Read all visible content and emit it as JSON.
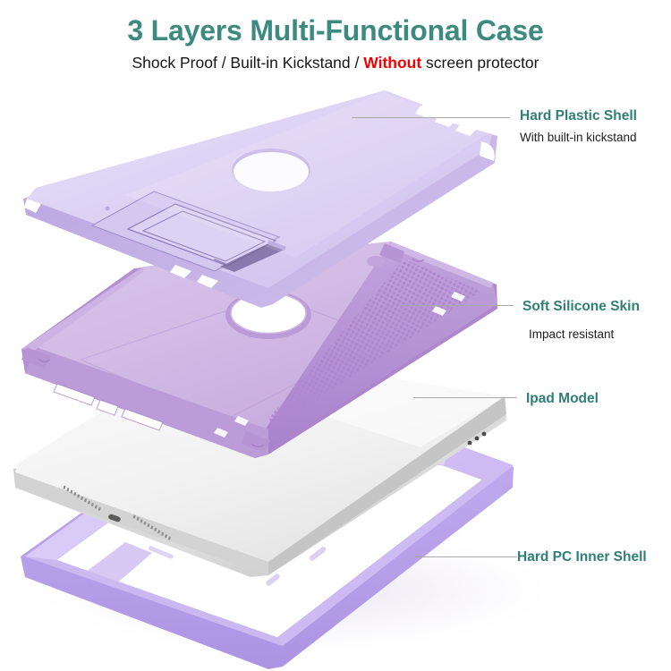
{
  "header": {
    "title": "3 Layers Multi-Functional Case",
    "subtitle_part1": "Shock Proof / Built-in Kickstand / ",
    "subtitle_highlight": "Without",
    "subtitle_part2": " screen protector",
    "title_color": "#3d8a80",
    "highlight_color": "#f40000"
  },
  "callouts": [
    {
      "title": "Hard Plastic Shell",
      "subtitle": "With built-in kickstand"
    },
    {
      "title": "Soft Silicone Skin",
      "subtitle": "Impact resistant"
    },
    {
      "title": "Ipad Model",
      "subtitle": ""
    },
    {
      "title": "Hard PC Inner Shell",
      "subtitle": ""
    }
  ],
  "product": {
    "layers": [
      {
        "name": "hard-plastic-shell",
        "color": "#d9cef2",
        "note": "top exploded panel with kickstand slot and camera cutout"
      },
      {
        "name": "soft-silicone-skin",
        "color": "#c9aee0",
        "note": "middle skin with textured grip edge, camera ring, port cutouts"
      },
      {
        "name": "ipad-model",
        "color": "#f2f2f2",
        "note": "white/silver tablet with speaker grilles and usb-c port"
      },
      {
        "name": "hard-pc-inner-shell",
        "color": "#d8c7f5",
        "note": "bottom open bezel frame"
      }
    ],
    "label_line_color": "#a9a9a9"
  }
}
